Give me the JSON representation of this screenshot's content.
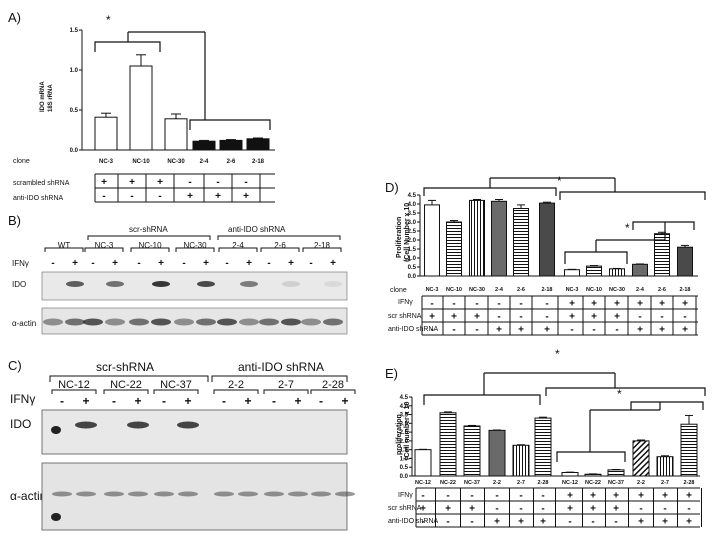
{
  "panels": {
    "A": {
      "label": "A)",
      "ylabel": "IDO mRNA",
      "ylabel2": "18S rRNA",
      "row_clone": "clone",
      "row_scr": "scrambled shRNA",
      "row_anti": "anti-IDO shRNA",
      "scr": [
        "+",
        "+",
        "+",
        "-",
        "-",
        "-"
      ],
      "anti": [
        "-",
        "-",
        "-",
        "+",
        "+",
        "+"
      ],
      "star": "*"
    },
    "B": {
      "label": "B)",
      "group_scr": "scr-shRNA",
      "group_anti": "anti-IDO shRNA",
      "lanes": [
        "WT",
        "NC-3",
        "NC-10",
        "NC-30",
        "2-4",
        "2-6",
        "2-18"
      ],
      "ifn": "IFNγ",
      "ifn_signs": [
        "-",
        "+",
        "-",
        "+",
        "-",
        "+",
        "-",
        "+",
        "-",
        "+",
        "-",
        "+",
        "-",
        "+"
      ],
      "blot1": "IDO",
      "blot2": "α-actin"
    },
    "C": {
      "label": "C)",
      "group_scr": "scr-shRNA",
      "group_anti": "anti-IDO shRNA",
      "lanes": [
        "NC-12",
        "NC-22",
        "NC-37",
        "2-2",
        "2-7",
        "2-28"
      ],
      "ifn": "IFNγ",
      "ifn_signs": [
        "-",
        "+",
        "-",
        "+",
        "-",
        "+",
        "-",
        "+",
        "-",
        "+",
        "-",
        "+"
      ],
      "blot1": "IDO",
      "blot2": "α-actin"
    },
    "D": {
      "label": "D)",
      "ylabel": "Proliferation",
      "ylabel2": "(Cell Number x 10",
      "row_clone": "clone",
      "row_ifn": "IFNγ",
      "row_scr": "scr shRNA",
      "row_anti": "anti-IDO shRNA",
      "ifn": [
        "-",
        "-",
        "-",
        "-",
        "-",
        "-",
        "+",
        "+",
        "+",
        "+",
        "+",
        "+"
      ],
      "scr": [
        "+",
        "+",
        "+",
        "-",
        "-",
        "-",
        "+",
        "+",
        "+",
        "-",
        "-",
        "-"
      ],
      "anti": [
        "-",
        "-",
        "-",
        "+",
        "+",
        "+",
        "-",
        "-",
        "-",
        "+",
        "+",
        "+"
      ],
      "star1": "*",
      "star2": "*"
    },
    "E": {
      "label": "E)",
      "ylabel": "proliferation",
      "ylabel2": "(Cell number x 10",
      "row_ifn": "IFNγ",
      "row_scr": "scr shRNA",
      "row_anti": "anti-IDO shRNA",
      "ifn": [
        "-",
        "-",
        "-",
        "-",
        "-",
        "-",
        "+",
        "+",
        "+",
        "+",
        "+",
        "+"
      ],
      "scr": [
        "+",
        "+",
        "+",
        "-",
        "-",
        "-",
        "+",
        "+",
        "+",
        "-",
        "-",
        "-"
      ],
      "anti": [
        "-",
        "-",
        "-",
        "+",
        "+",
        "+",
        "-",
        "-",
        "-",
        "+",
        "+",
        "+"
      ],
      "star1": "*",
      "star2": "*"
    }
  },
  "chart_data": [
    {
      "type": "bar",
      "panel": "A",
      "categories": [
        "NC-3",
        "NC-10",
        "NC-30",
        "2-4",
        "2-6",
        "2-18"
      ],
      "values": [
        0.41,
        1.05,
        0.39,
        0.11,
        0.12,
        0.14
      ],
      "errors": [
        0.05,
        0.14,
        0.06,
        0.01,
        0.01,
        0.01
      ],
      "ylim": [
        0,
        1.5
      ],
      "yticks": [
        "0.0",
        "0.5",
        "1.0",
        "1.5"
      ],
      "fills": [
        "white",
        "white",
        "white",
        "black",
        "black",
        "black"
      ]
    },
    {
      "type": "bar",
      "panel": "D",
      "categories": [
        "NC-3",
        "NC-10",
        "NC-30",
        "2-4",
        "2-6",
        "2-18",
        "NC-3",
        "NC-10",
        "NC-30",
        "2-4",
        "2-6",
        "2-18"
      ],
      "values": [
        3.95,
        3.0,
        4.2,
        4.15,
        3.75,
        4.05,
        0.35,
        0.55,
        0.4,
        0.65,
        2.35,
        1.6
      ],
      "errors": [
        0.25,
        0.08,
        0.05,
        0.1,
        0.2,
        0.05,
        0.02,
        0.03,
        0.02,
        0.02,
        0.08,
        0.1
      ],
      "ylim": [
        0,
        4.5
      ],
      "yticks": [
        "0.0",
        "0.5",
        "1.0",
        "1.5",
        "2.0",
        "2.5",
        "3.0",
        "3.5",
        "4.0",
        "4.5"
      ],
      "patterns": [
        "white",
        "hstripe",
        "vstripe",
        "gray",
        "hstripe",
        "dgray",
        "white",
        "hstripe",
        "vstripe",
        "gray",
        "hstripe",
        "dgray"
      ]
    },
    {
      "type": "bar",
      "panel": "E",
      "categories": [
        "NC-12",
        "NC-22",
        "NC-37",
        "2-2",
        "2-7",
        "2-28",
        "NC-12",
        "NC-22",
        "NC-37",
        "2-2",
        "2-7",
        "2-28"
      ],
      "values": [
        1.5,
        3.6,
        2.85,
        2.6,
        1.75,
        3.3,
        0.2,
        0.1,
        0.35,
        2.0,
        1.1,
        2.95
      ],
      "errors": [
        0.02,
        0.05,
        0.03,
        0.02,
        0.03,
        0.05,
        0.02,
        0.02,
        0.02,
        0.05,
        0.05,
        0.5
      ],
      "ylim": [
        0,
        4.5
      ],
      "yticks": [
        "0.0",
        "0.5",
        "1.0",
        "1.5",
        "2.0",
        "2.5",
        "3.0",
        "3.5",
        "4.0",
        "4.5"
      ],
      "patterns": [
        "white",
        "hstripe",
        "hstripe",
        "gray",
        "vstripe",
        "hstripe",
        "white",
        "hstripe",
        "hstripe",
        "diag",
        "vstripe",
        "hstripe"
      ]
    }
  ]
}
